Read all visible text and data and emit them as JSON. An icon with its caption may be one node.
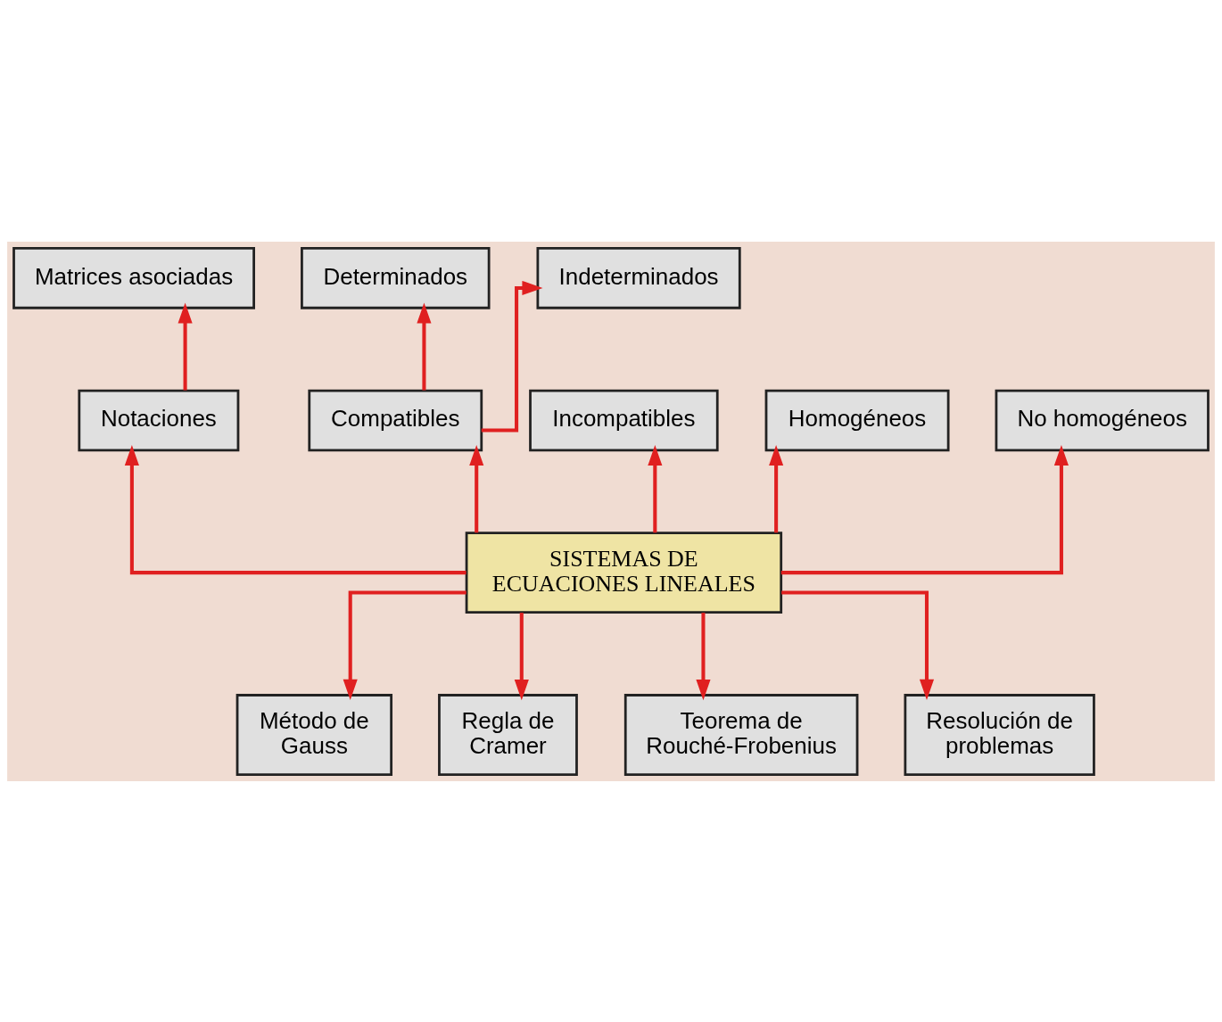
{
  "diagram": {
    "nodes": [
      {
        "text": [
          "Matrices asociadas"
        ]
      },
      {
        "text": [
          "Determinados"
        ]
      },
      {
        "text": [
          "Indeterminados"
        ]
      },
      {
        "text": [
          "Notaciones"
        ]
      },
      {
        "text": [
          "Compatibles"
        ]
      },
      {
        "text": [
          "Incompatibles"
        ]
      },
      {
        "text": [
          "Homogéneos"
        ]
      },
      {
        "text": [
          "No homogéneos"
        ]
      },
      {
        "text": [
          "SISTEMAS DE ECUACIONES LINEALES"
        ]
      },
      {
        "text": [
          "Método de Gauss"
        ]
      },
      {
        "text": [
          "Regla de Cramer"
        ]
      },
      {
        "text": [
          "Teorema de Rouché-Frobenius"
        ]
      },
      {
        "text": [
          "Resolución de problemas"
        ]
      }
    ],
    "edges": [
      {
        "from": 3,
        "to": 0,
        "arrow": "to"
      },
      {
        "from": 4,
        "to": 1,
        "arrow": "to"
      },
      {
        "from": 4,
        "to": 2,
        "arrow": "to"
      },
      {
        "from": 8,
        "to": 3,
        "arrow": "to"
      },
      {
        "from": 8,
        "to": 6,
        "arrow": "to"
      },
      {
        "from": 8,
        "to": 7,
        "arrow": "to"
      },
      {
        "from": 8,
        "to": 4,
        "arrow": "to"
      },
      {
        "from": 8,
        "to": 5,
        "arrow": "to"
      },
      {
        "from": 8,
        "to": 9,
        "arrow": "to"
      },
      {
        "from": 8,
        "to": 10,
        "arrow": "to"
      },
      {
        "from": 8,
        "to": 11,
        "arrow": "to"
      },
      {
        "from": 8,
        "to": 12,
        "arrow": "to"
      }
    ]
  }
}
